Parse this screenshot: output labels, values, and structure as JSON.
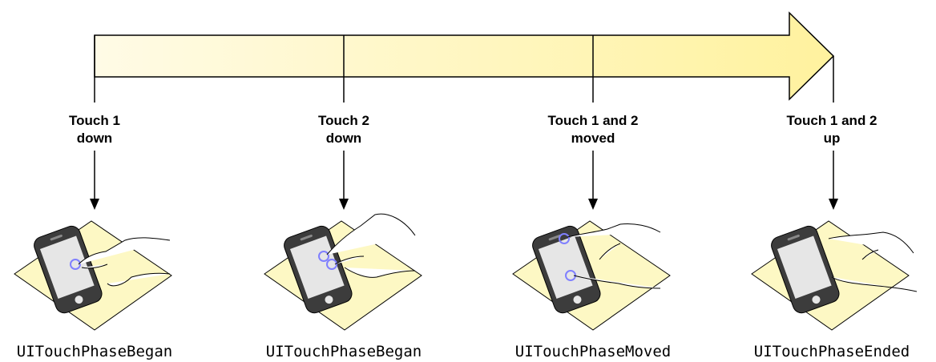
{
  "events": [
    {
      "line1": "Touch 1",
      "line2": "down",
      "phase": "UITouchPhaseBegan"
    },
    {
      "line1": "Touch 2",
      "line2": "down",
      "phase": "UITouchPhaseBegan"
    },
    {
      "line1": "Touch 1 and 2",
      "line2": "moved",
      "phase": "UITouchPhaseMoved"
    },
    {
      "line1": "Touch 1 and 2",
      "line2": "up",
      "phase": "UITouchPhaseEnded"
    }
  ],
  "colors": {
    "timeline_start": "#fffbe6",
    "timeline_end": "#fff19a",
    "paper": "#fdf8c4",
    "phone_body": "#3c3c3c",
    "screen": "#e6e6e6",
    "touch_ring": "#8080ff"
  }
}
